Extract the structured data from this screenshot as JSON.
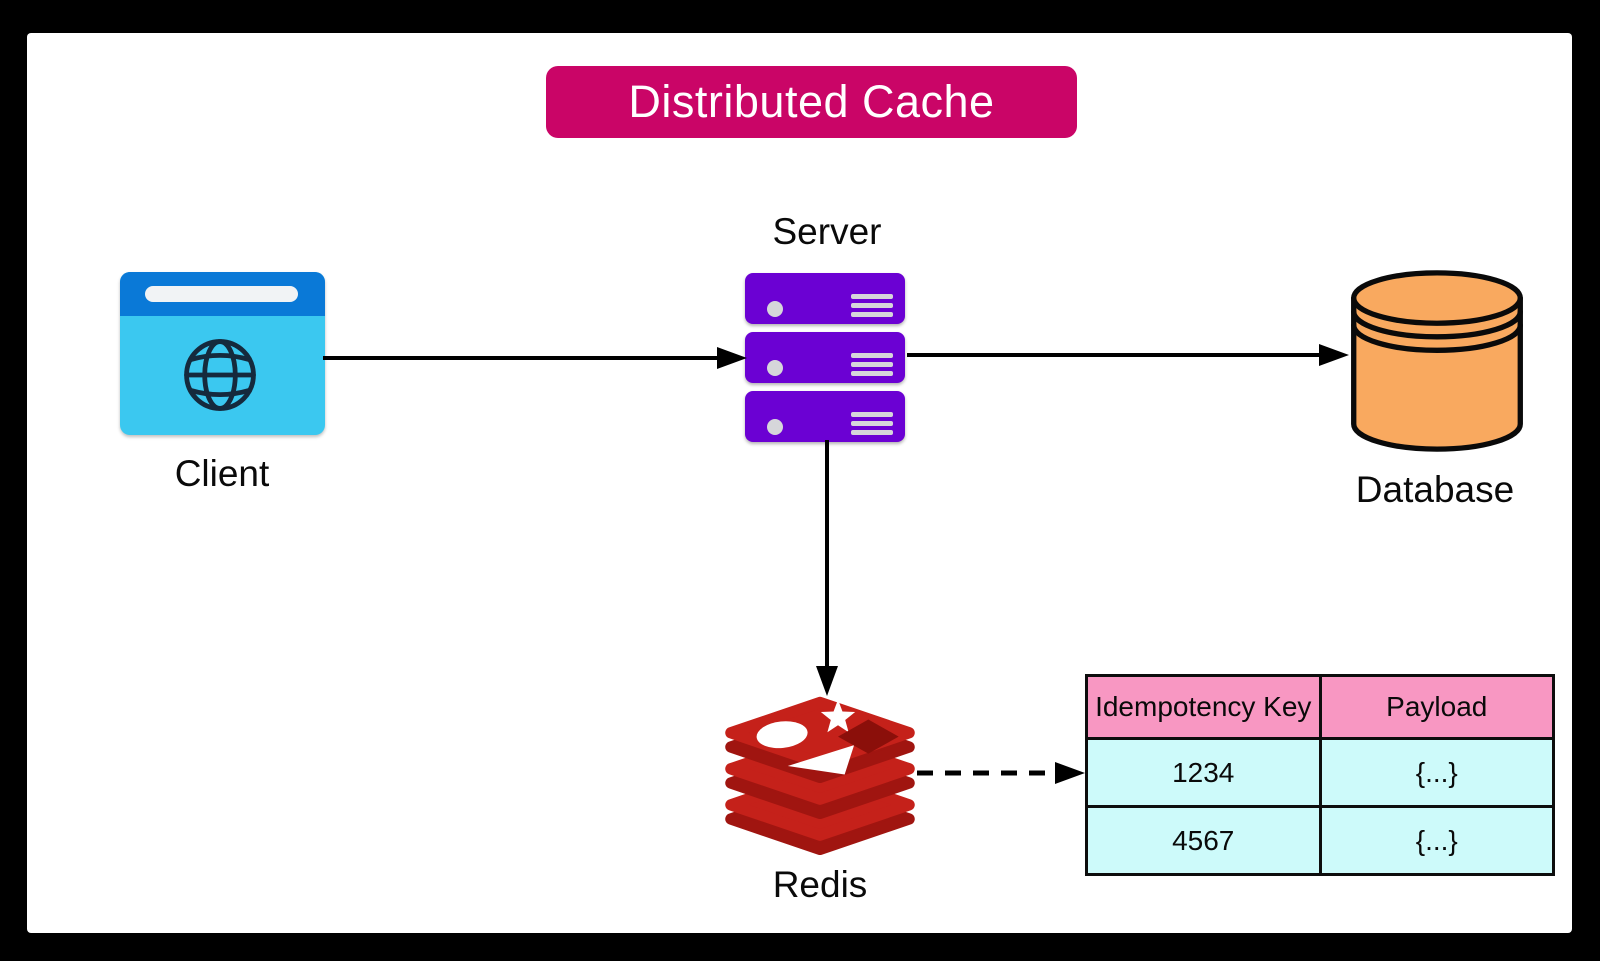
{
  "diagram_title": "Distributed Cache",
  "nodes": {
    "client": {
      "label": "Client",
      "icon": "browser-globe-icon"
    },
    "server": {
      "label": "Server",
      "icon": "server-stack-icon"
    },
    "database": {
      "label": "Database",
      "icon": "database-cylinder-icon"
    },
    "redis": {
      "label": "Redis",
      "icon": "redis-stack-icon"
    }
  },
  "edges": [
    {
      "from": "Client",
      "to": "Server",
      "style": "solid"
    },
    {
      "from": "Server",
      "to": "Database",
      "style": "solid"
    },
    {
      "from": "Server",
      "to": "Redis",
      "style": "solid"
    },
    {
      "from": "Redis",
      "to": "idempotency-table",
      "style": "dashed"
    }
  ],
  "table": {
    "headers": [
      "Idempotency Key",
      "Payload"
    ],
    "rows": [
      [
        "1234",
        "{...}"
      ],
      [
        "4567",
        "{...}"
      ]
    ]
  },
  "colors": {
    "frame_bg": "#000000",
    "canvas_bg": "#FFFFFF",
    "title_bg": "#CA0567",
    "title_fg": "#FFFFFF",
    "client_titlebar_blue": "#0A79D7",
    "client_body_cyan": "#3BC8F0",
    "server_purple": "#6B01D3",
    "database_orange": "#F9A95F",
    "redis_red": "#C5211A",
    "redis_dark_red": "#A01510",
    "table_header_pink": "#F897C2",
    "table_row_cyan": "#CDFAFA",
    "arrow_black": "#000000"
  }
}
